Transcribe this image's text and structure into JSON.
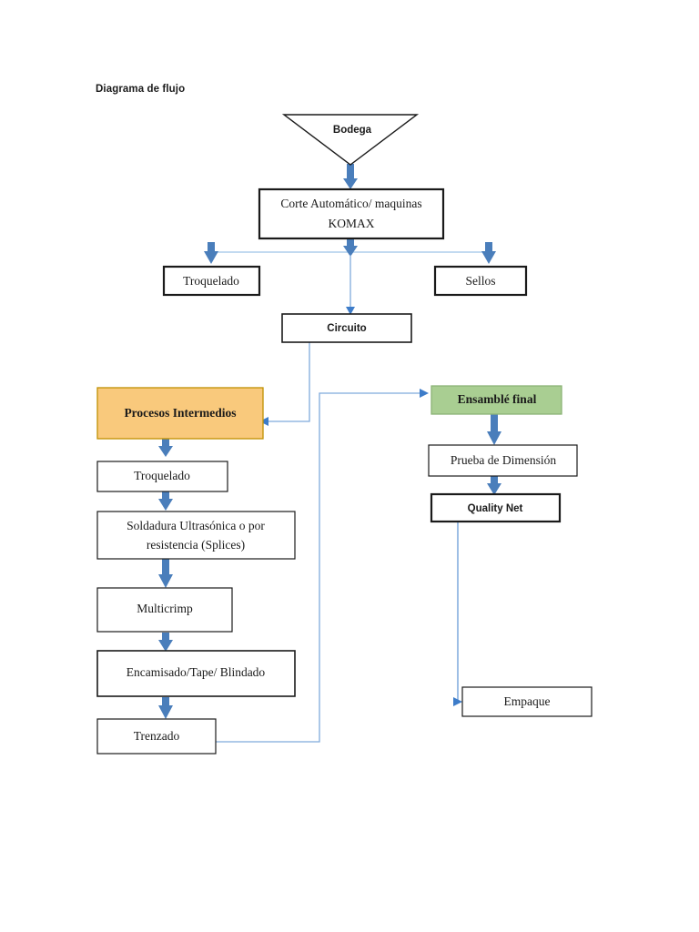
{
  "document": {
    "title": "Diagrama de flujo"
  },
  "diagram": {
    "type": "flowchart",
    "nodes": [
      {
        "id": "bodega",
        "label": "Bodega",
        "shape": "inverted-triangle",
        "fill": "#ffffff",
        "text_style": "sans-bold"
      },
      {
        "id": "corte",
        "label_line1": "Corte Automático/ maquinas",
        "label_line2": "KOMAX",
        "shape": "rect",
        "fill": "#ffffff",
        "text_style": "serif"
      },
      {
        "id": "troquelado1",
        "label": "Troquelado",
        "shape": "rect",
        "fill": "#ffffff",
        "text_style": "serif"
      },
      {
        "id": "sellos",
        "label": "Sellos",
        "shape": "rect",
        "fill": "#ffffff",
        "text_style": "serif"
      },
      {
        "id": "circuito",
        "label": "Circuito",
        "shape": "rect",
        "fill": "#ffffff",
        "text_style": "sans-bold"
      },
      {
        "id": "procesos",
        "label": "Procesos Intermedios",
        "shape": "rect",
        "fill": "#f9c97c",
        "text_style": "serif-bold"
      },
      {
        "id": "ensamble",
        "label": "Ensamblé final",
        "shape": "rect",
        "fill": "#a9ce92",
        "text_style": "serif-bold"
      },
      {
        "id": "troquelado2",
        "label": "Troquelado",
        "shape": "rect",
        "fill": "#ffffff",
        "text_style": "serif"
      },
      {
        "id": "soldadura",
        "label_line1": "Soldadura Ultrasónica o por",
        "label_line2": "resistencia (Splices)",
        "shape": "rect",
        "fill": "#ffffff",
        "text_style": "serif"
      },
      {
        "id": "multicrimp",
        "label": "Multicrimp",
        "shape": "rect",
        "fill": "#ffffff",
        "text_style": "serif"
      },
      {
        "id": "encamisado",
        "label": "Encamisado/Tape/ Blindado",
        "shape": "rect",
        "fill": "#ffffff",
        "text_style": "serif"
      },
      {
        "id": "trenzado",
        "label": "Trenzado",
        "shape": "rect",
        "fill": "#ffffff",
        "text_style": "serif"
      },
      {
        "id": "prueba",
        "label": "Prueba de Dimensión",
        "shape": "rect",
        "fill": "#ffffff",
        "text_style": "serif"
      },
      {
        "id": "quality",
        "label": "Quality Net",
        "shape": "rect",
        "fill": "#ffffff",
        "text_style": "sans-bold"
      },
      {
        "id": "empaque",
        "label": "Empaque",
        "shape": "rect",
        "fill": "#ffffff",
        "text_style": "serif"
      }
    ],
    "edges": [
      {
        "from": "bodega",
        "to": "corte",
        "style": "thick-arrow"
      },
      {
        "from": "corte",
        "to": "troquelado1",
        "style": "thick-arrow-bus"
      },
      {
        "from": "corte",
        "to": "sellos",
        "style": "thick-arrow-bus"
      },
      {
        "from": "corte",
        "to": "circuito",
        "style": "thin-arrow"
      },
      {
        "from": "circuito",
        "to": "procesos",
        "style": "thin-elbow-arrow"
      },
      {
        "from": "procesos",
        "to": "troquelado2",
        "style": "thick-arrow"
      },
      {
        "from": "troquelado2",
        "to": "soldadura",
        "style": "thick-arrow"
      },
      {
        "from": "soldadura",
        "to": "multicrimp",
        "style": "thick-arrow"
      },
      {
        "from": "multicrimp",
        "to": "encamisado",
        "style": "thick-arrow"
      },
      {
        "from": "encamisado",
        "to": "trenzado",
        "style": "thick-arrow"
      },
      {
        "from": "trenzado",
        "to": "ensamble",
        "style": "thin-elbow-arrow"
      },
      {
        "from": "ensamble",
        "to": "prueba",
        "style": "thick-arrow"
      },
      {
        "from": "prueba",
        "to": "quality",
        "style": "thick-arrow"
      },
      {
        "from": "quality",
        "to": "empaque",
        "style": "thin-elbow-arrow"
      }
    ],
    "colors": {
      "box_stroke": "#1a1a1a",
      "box_fill": "#ffffff",
      "orange_fill": "#f9c97c",
      "orange_stroke": "#bf9000",
      "green_fill": "#a9ce92",
      "green_stroke": "#8cb377",
      "connector_fat": "#4a7ebb",
      "connector_thin": "#7faadc",
      "bus": "#9dc3e6"
    }
  }
}
